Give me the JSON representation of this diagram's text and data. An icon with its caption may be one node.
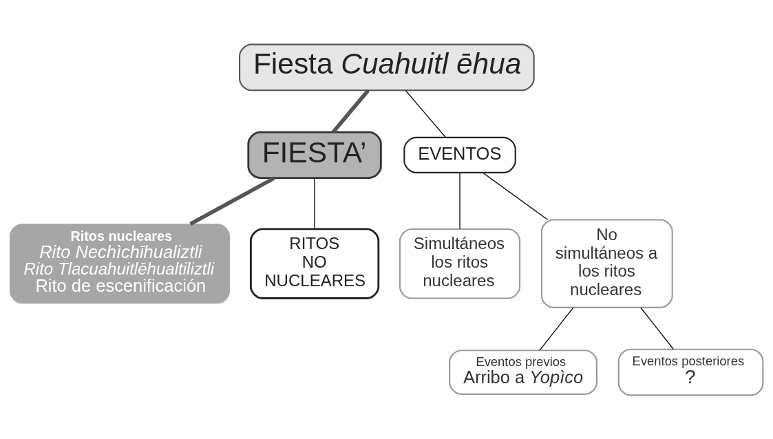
{
  "diagram": {
    "nodes": [
      {
        "text": [
          "Fiesta *Cuahuitl ēhua*"
        ]
      },
      {
        "text": [
          "FIESTA’"
        ]
      },
      {
        "text": [
          "EVENTOS"
        ]
      },
      {
        "text": [
          "Ritos nucleares",
          "*Rito Nechìchīhualiztli*",
          "*Rito Tlacuahuitlēhualtiliztli*",
          "Rito de escenificación"
        ]
      },
      {
        "text": [
          "RITOS NO NUCLEARES"
        ]
      },
      {
        "text": [
          "Simultáneos los ritos nucleares"
        ]
      },
      {
        "text": [
          "No simultáneos a los ritos nucleares"
        ]
      },
      {
        "text": [
          "Eventos previos",
          "Arribo a *Yopìco*"
        ]
      },
      {
        "text": [
          "Eventos posteriores",
          "?"
        ]
      }
    ],
    "edges": [
      {
        "from": 0,
        "to": 1,
        "arrow": "none",
        "style": "thick",
        "color": "#555555"
      },
      {
        "from": 0,
        "to": 2,
        "arrow": "none"
      },
      {
        "from": 1,
        "to": 3,
        "arrow": "none",
        "style": "thick",
        "color": "#555555"
      },
      {
        "from": 1,
        "to": 4,
        "arrow": "none"
      },
      {
        "from": 2,
        "to": 5,
        "arrow": "none"
      },
      {
        "from": 2,
        "to": 6,
        "arrow": "none"
      },
      {
        "from": 6,
        "to": 7,
        "arrow": "none"
      },
      {
        "from": 6,
        "to": 8,
        "arrow": "none"
      }
    ]
  }
}
